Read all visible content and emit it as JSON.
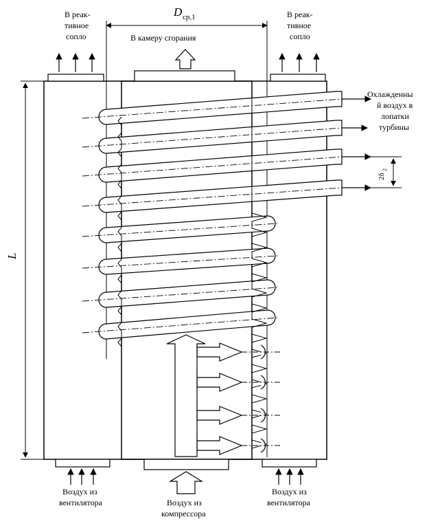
{
  "labels": {
    "nozzle_left_line1": "В реак-",
    "nozzle_left_line2": "тивное",
    "nozzle_left_line3": "сопло",
    "nozzle_right_line1": "В реак-",
    "nozzle_right_line2": "тивное",
    "nozzle_right_line3": "сопло",
    "combustion": "В камеру сгорания",
    "diameter_symbol": "D",
    "diameter_subscript": "ср,1",
    "cooled_line1": "Охлажденны",
    "cooled_line2": "й воздух в",
    "cooled_line3": "лопатки",
    "cooled_line4": "турбины",
    "pitch_label": "2δ",
    "pitch_sub": "2",
    "length_label": "L",
    "fan_left_line1": "Воздух из",
    "fan_left_line2": "вентилятора",
    "fan_right_line1": "Воздух из",
    "fan_right_line2": "вентилятора",
    "compressor_line1": "Воздух из",
    "compressor_line2": "компрессора"
  },
  "colors": {
    "stroke": "#000000",
    "background": "#ffffff"
  }
}
